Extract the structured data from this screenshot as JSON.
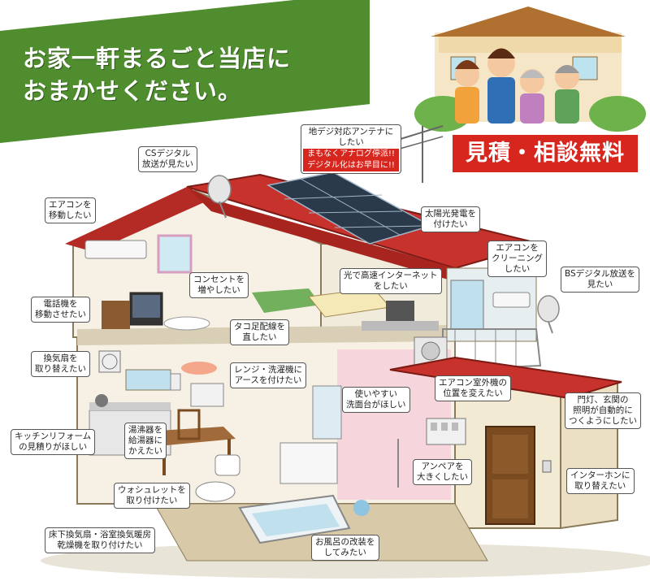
{
  "banner": {
    "line1": "お家一軒まるごと当店に",
    "line2": "おまかせください。"
  },
  "badge": "見積・相談無料",
  "callouts": {
    "antenna": {
      "lines": [
        "地デジ対応アンテナに",
        "したい"
      ],
      "warn": [
        "まもなくアナログ停派!!",
        "デジタル化はお早目に!!"
      ]
    },
    "cs": {
      "lines": [
        "CSデジタル",
        "放送が見たい"
      ]
    },
    "aircon_move": {
      "lines": [
        "エアコンを",
        "移動したい"
      ]
    },
    "solar": {
      "lines": [
        "太陽光発電を",
        "付けたい"
      ]
    },
    "aircon_clean": {
      "lines": [
        "エアコンを",
        "クリーニング",
        "したい"
      ]
    },
    "bs": {
      "lines": [
        "BSデジタル放送を",
        "見たい"
      ]
    },
    "outlet": {
      "lines": [
        "コンセントを",
        "増やしたい"
      ]
    },
    "internet": {
      "lines": [
        "光で高速インターネット",
        "をしたい"
      ]
    },
    "phone": {
      "lines": [
        "電話機を",
        "移動させたい"
      ]
    },
    "tako": {
      "lines": [
        "タコ足配線を",
        "直したい"
      ]
    },
    "fan": {
      "lines": [
        "換気扇を",
        "取り替えたい"
      ]
    },
    "range": {
      "lines": [
        "レンジ・洗濯機に",
        "アースを付けたい"
      ]
    },
    "sink": {
      "lines": [
        "使いやすい",
        "洗面台がほしい"
      ]
    },
    "outdoor": {
      "lines": [
        "エアコン室外機の",
        "位置を変えたい"
      ]
    },
    "gate": {
      "lines": [
        "門灯、玄関の",
        "照明が自動的に",
        "つくようにしたい"
      ]
    },
    "kitchen": {
      "lines": [
        "キッチンリフォーム",
        "の見積りがほしい"
      ]
    },
    "heater": {
      "lines": [
        "湯沸器を",
        "給湯器に",
        "かえたい"
      ]
    },
    "amp": {
      "lines": [
        "アンペアを",
        "大きくしたい"
      ]
    },
    "intercom": {
      "lines": [
        "インターホンに",
        "取り替えたい"
      ]
    },
    "washlet": {
      "lines": [
        "ウォシュレットを",
        "取り付けたい"
      ]
    },
    "floor": {
      "lines": [
        "床下換気扇・浴室換気暖房",
        "乾燥機を取り付けたい"
      ]
    },
    "bath": {
      "lines": [
        "お風呂の改装を",
        "してみたい"
      ]
    }
  },
  "colors": {
    "banner": "#4f8d2f",
    "badge": "#d7261e",
    "roof": "#c8322c",
    "solar": "#2b3a4a",
    "wall": "#f6f1e4"
  }
}
